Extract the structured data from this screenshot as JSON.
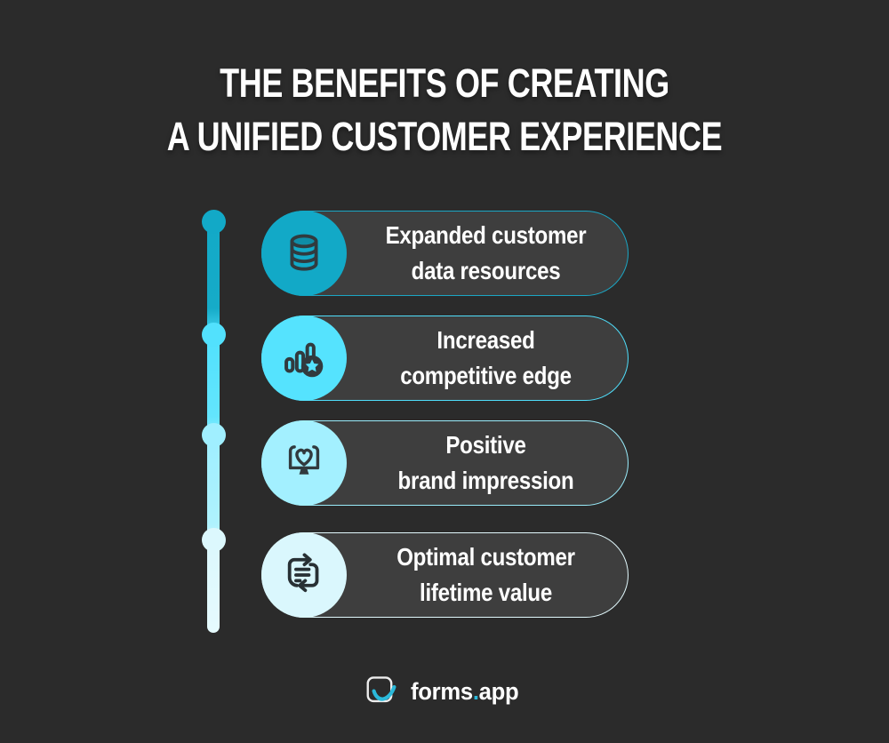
{
  "background": "#2b2b2b",
  "title": {
    "line1": "THE BENEFITS OF CREATING",
    "line2": "A UNIFIED CUSTOMER EXPERIENCE",
    "color": "#ffffff"
  },
  "timeline": {
    "dot_count": 4,
    "dot_colors": [
      "#12a9c7",
      "#52e1fd",
      "#a0efff",
      "#dcf8fd"
    ],
    "bar_gradient_top": "#12a9c7",
    "bar_gradient_bottom": "#e6fbfe"
  },
  "pill": {
    "fill": "#3e3e3e",
    "text_color": "#ffffff"
  },
  "benefits": [
    {
      "line1": "Expanded customer",
      "line2": "data resources",
      "icon": "database-icon",
      "circle_color": "#12a9c7",
      "border_color": "#1ba6c4"
    },
    {
      "line1": "Increased",
      "line2": "competitive edge",
      "icon": "bar-chart-star-icon",
      "circle_color": "#55e3fe",
      "border_color": "#4fdefb"
    },
    {
      "line1": "Positive",
      "line2": "brand impression",
      "icon": "monitor-heart-icon",
      "circle_color": "#a3f0ff",
      "border_color": "#9aecfb"
    },
    {
      "line1": "Optimal customer",
      "line2": "lifetime value",
      "icon": "document-sync-icon",
      "circle_color": "#daf7fd",
      "border_color": "#e2f9fd"
    }
  ],
  "footer": {
    "brand": "forms",
    "dot": ".",
    "tld": "app",
    "accent_color": "#2bb9da",
    "logo_icon": "forms-app-checkmark-logo"
  }
}
